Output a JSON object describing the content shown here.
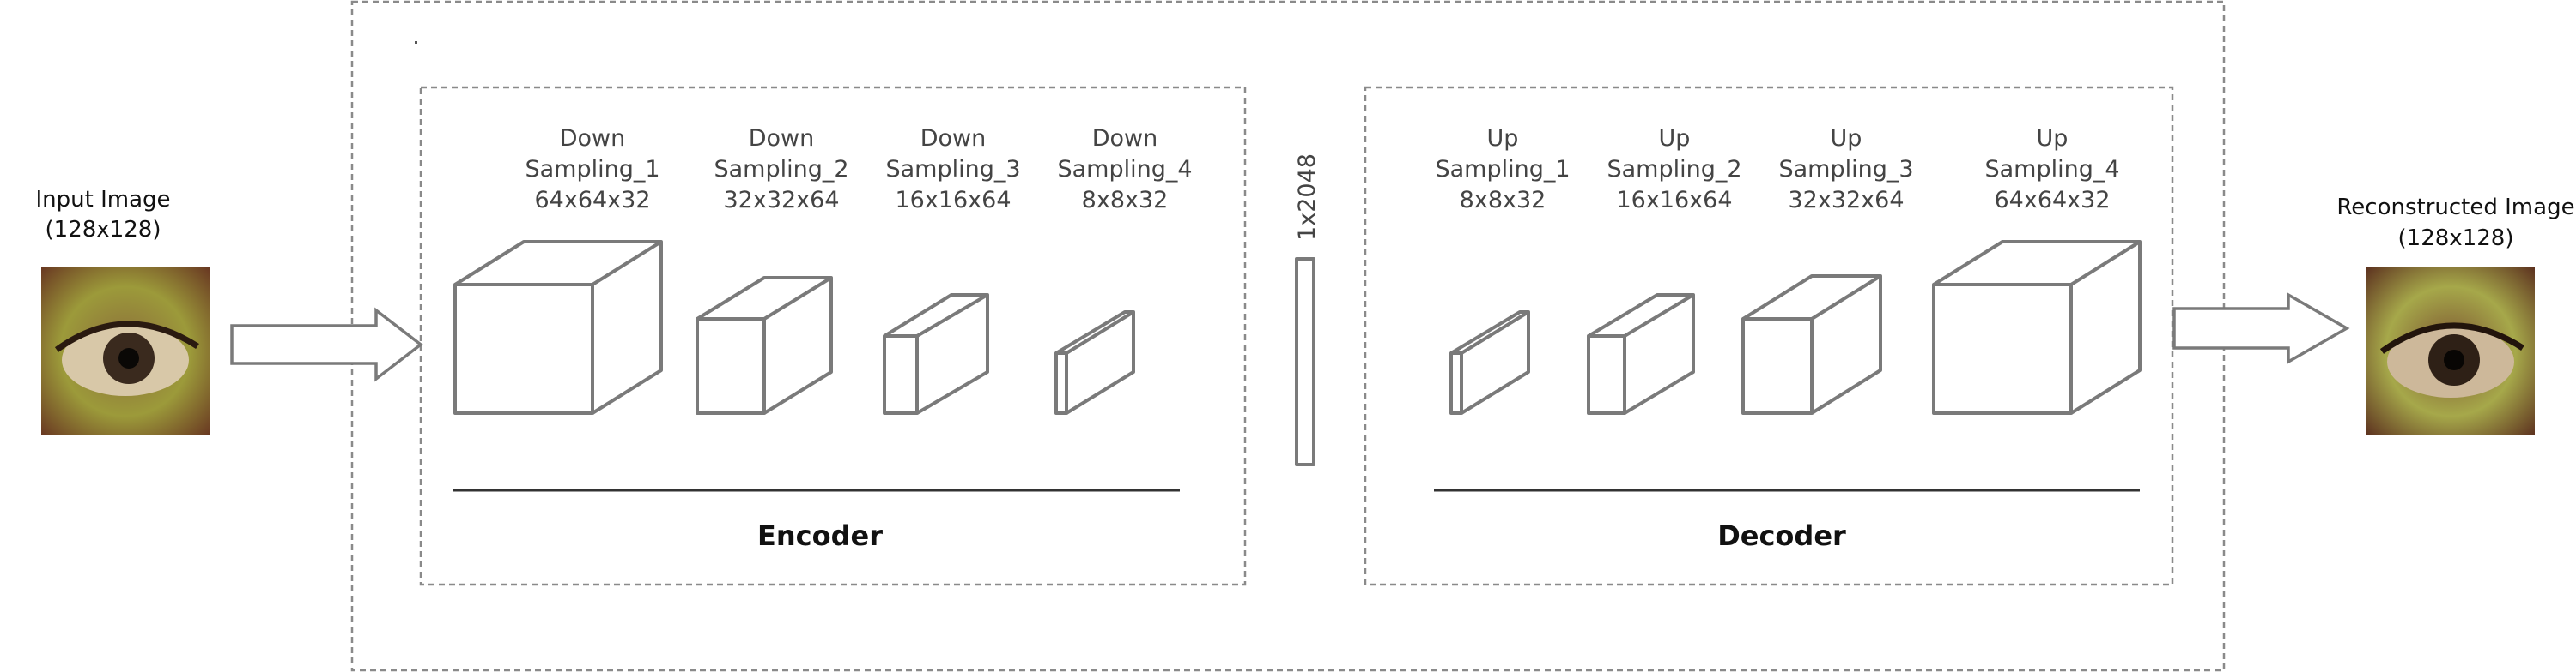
{
  "input": {
    "title": "Input Image",
    "size": "(128x128)"
  },
  "output": {
    "title": "Reconstructed Image",
    "size": "(128x128)"
  },
  "encoder": {
    "label": "Encoder",
    "blocks": [
      {
        "line1": "Down",
        "line2": "Sampling_1",
        "line3": "64x64x32"
      },
      {
        "line1": "Down",
        "line2": "Sampling_2",
        "line3": "32x32x64"
      },
      {
        "line1": "Down",
        "line2": "Sampling_3",
        "line3": "16x16x64"
      },
      {
        "line1": "Down",
        "line2": "Sampling_4",
        "line3": "8x8x32"
      }
    ]
  },
  "latent": {
    "label": "1x2048"
  },
  "decoder": {
    "label": "Decoder",
    "blocks": [
      {
        "line1": "Up",
        "line2": "Sampling_1",
        "line3": "8x8x32"
      },
      {
        "line1": "Up",
        "line2": "Sampling_2",
        "line3": "16x16x64"
      },
      {
        "line1": "Up",
        "line2": "Sampling_3",
        "line3": "32x32x64"
      },
      {
        "line1": "Up",
        "line2": "Sampling_4",
        "line3": "64x64x32"
      }
    ]
  }
}
